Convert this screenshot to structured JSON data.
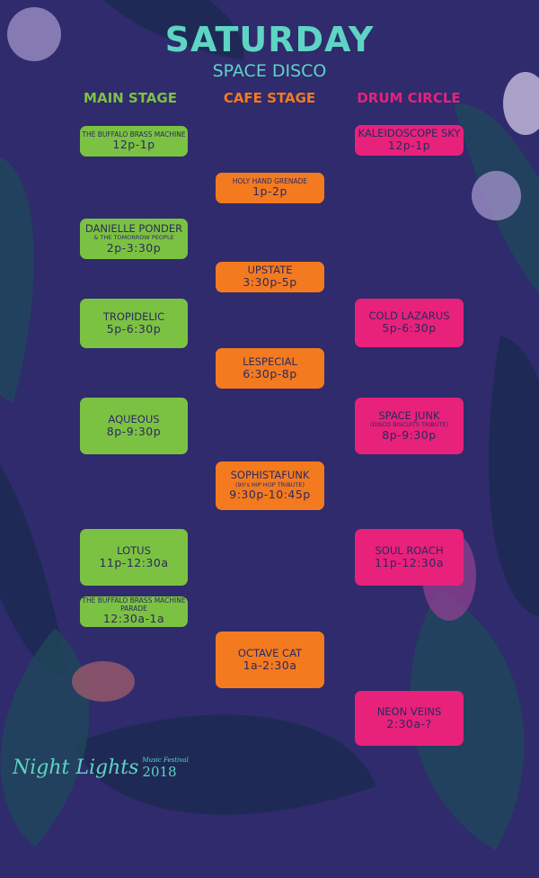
{
  "title": "SATURDAY",
  "subtitle": "SPACE DISCO",
  "stages": [
    {
      "name": "MAIN STAGE",
      "color": "#7cc242"
    },
    {
      "name": "CAFE STAGE",
      "color": "#f47a20"
    },
    {
      "name": "DRUM CIRCLE",
      "color": "#e8217b"
    }
  ],
  "main": [
    {
      "name": "THE BUFFALO BRASS MACHINE",
      "time": "12p-1p"
    },
    {
      "name": "DANIELLE PONDER",
      "note": "& THE TOMORROW PEOPLE",
      "time": "2p-3:30p"
    },
    {
      "name": "TROPIDELIC",
      "time": "5p-6:30p"
    },
    {
      "name": "AQUEOUS",
      "time": "8p-9:30p"
    },
    {
      "name": "LOTUS",
      "time": "11p-12:30a"
    },
    {
      "name": "THE BUFFALO BRASS MACHINE PARADE",
      "time": "12:30a-1a"
    }
  ],
  "cafe": [
    {
      "name": "HOLY HAND GRENADE",
      "time": "1p-2p"
    },
    {
      "name": "UPSTATE",
      "time": "3:30p-5p"
    },
    {
      "name": "LESPECIAL",
      "time": "6:30p-8p"
    },
    {
      "name": "SOPHISTAFUNK",
      "note": "(90's HIP HOP TRIBUTE)",
      "time": "9:30p-10:45p"
    },
    {
      "name": "OCTAVE CAT",
      "time": "1a-2:30a"
    }
  ],
  "drum": [
    {
      "name": "KALEIDOSCOPE SKY",
      "time": "12p-1p"
    },
    {
      "name": "COLD LAZARUS",
      "time": "5p-6:30p"
    },
    {
      "name": "SPACE JUNK",
      "note": "(DISCO BISCUITS TRIBUTE)",
      "time": "8p-9:30p"
    },
    {
      "name": "SOUL ROACH",
      "time": "11p-12:30a"
    },
    {
      "name": "NEON VEINS",
      "time": "2:30a-?"
    }
  ],
  "logo": {
    "name": "Night Lights",
    "tag": "Music Festival",
    "year": "2018"
  }
}
